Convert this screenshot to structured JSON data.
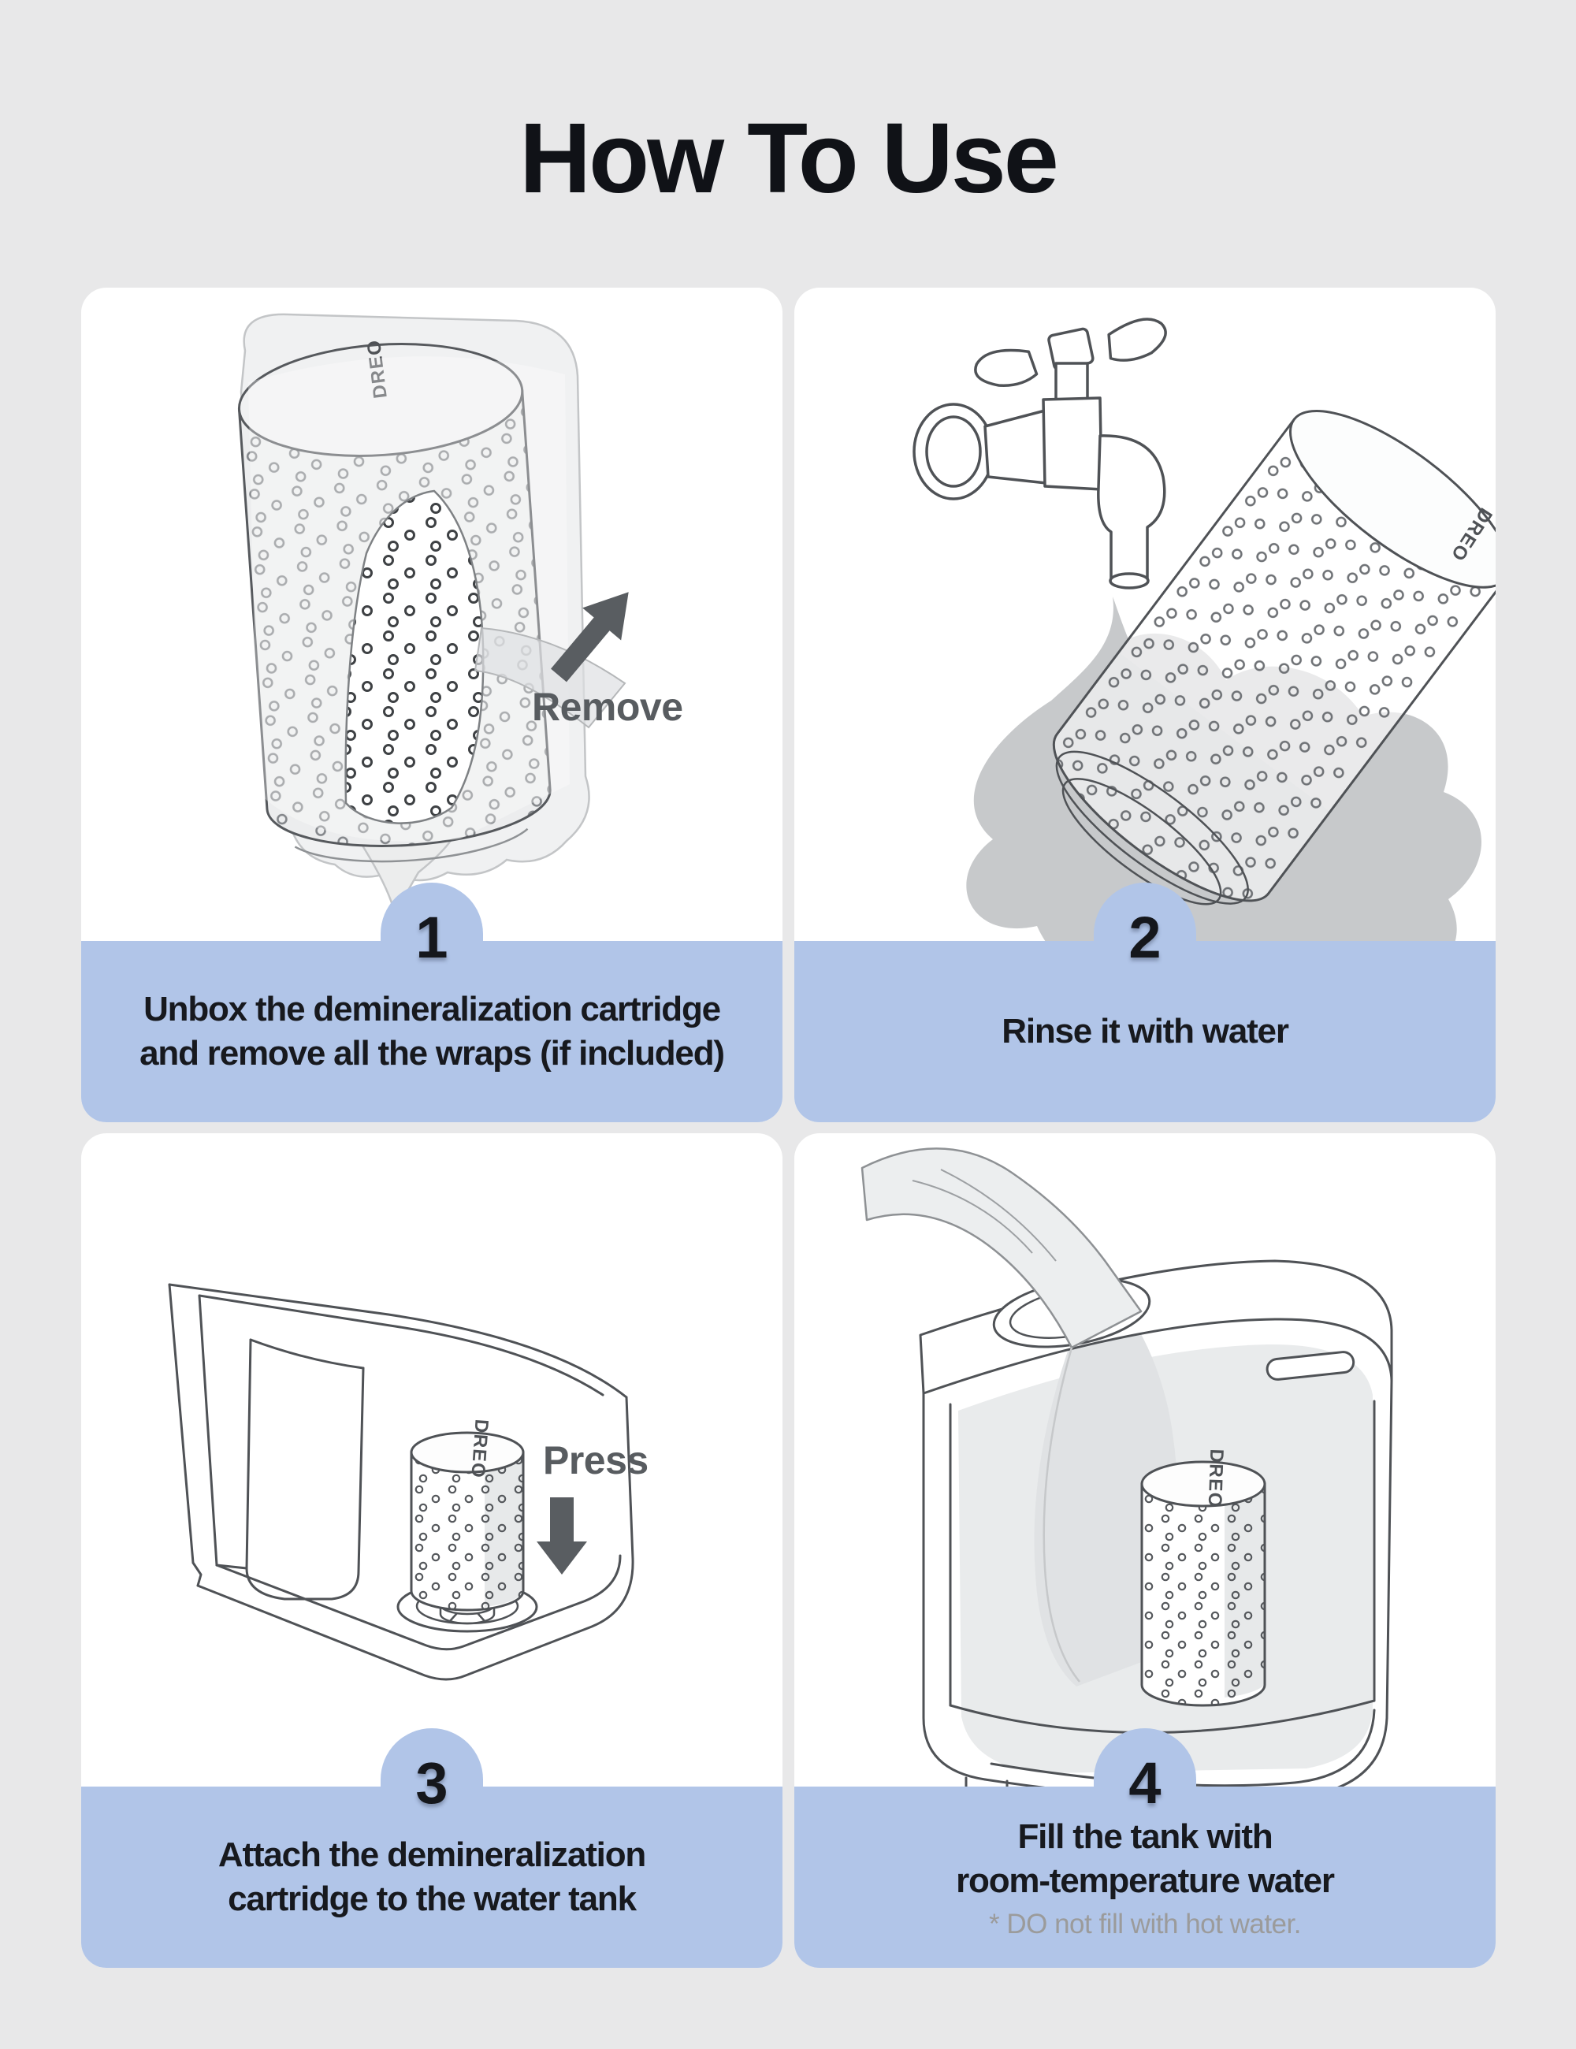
{
  "page": {
    "title": "How To Use"
  },
  "brand": "DREO",
  "colors": {
    "background": "#e8e8e9",
    "panel": "#ffffff",
    "accent_blue": "#b1c5e8",
    "caption_text": "#17191e",
    "note_gray": "#9b9b9b",
    "label_gray": "#585c60",
    "line_gray": "#4f5256"
  },
  "steps": [
    {
      "number": "1",
      "caption": "Unbox the demineralization cartridge\nand remove all the wraps  (if included)",
      "label": "Remove"
    },
    {
      "number": "2",
      "caption": "Rinse it with water"
    },
    {
      "number": "3",
      "caption": "Attach the demineralization\ncartridge to the water tank",
      "label": "Press"
    },
    {
      "number": "4",
      "caption": "Fill the tank with\nroom-temperature water",
      "note": "* DO not fill with hot water."
    }
  ]
}
